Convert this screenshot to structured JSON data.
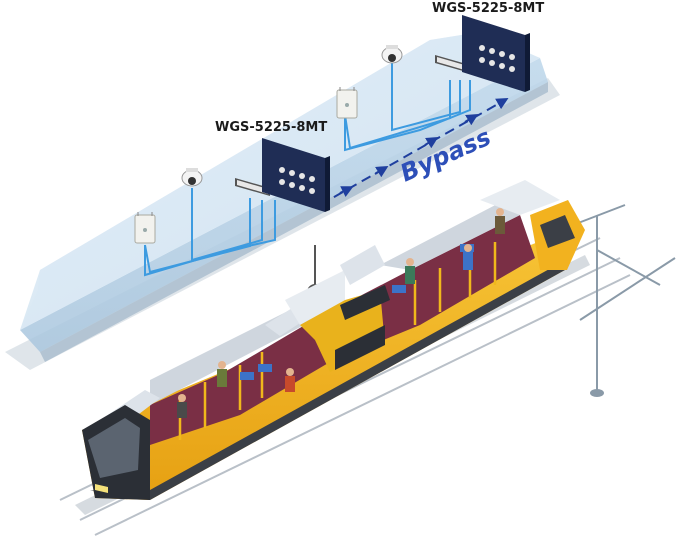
{
  "labels": {
    "switch_right": "WGS-5225-8MT",
    "switch_left": "WGS-5225-8MT",
    "bypass": "Bypass"
  },
  "colors": {
    "bypass_text": "#2d4fb8",
    "network_box": "#cfe3f2",
    "cable": "#3d9be0",
    "arrow": "#1f3f9e",
    "tram_body": "#f2b21f",
    "tram_roof": "#dde3ea",
    "floor": "#7a2f45",
    "switch": "#1f2d55"
  },
  "icons": {
    "camera": "dome-camera-icon",
    "access_point": "wireless-ap-icon",
    "switch": "industrial-switch-icon",
    "display": "passenger-info-display-icon"
  }
}
